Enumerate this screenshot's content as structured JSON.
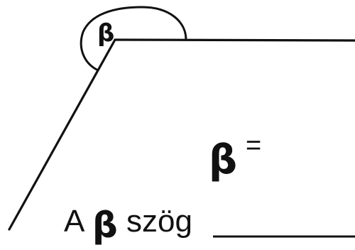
{
  "diagram": {
    "angle_label": "β",
    "equation": {
      "symbol": "β",
      "equals": "="
    },
    "sentence": {
      "prefix": "A",
      "symbol": "β",
      "word": "szög"
    },
    "stroke_color": "#111111"
  }
}
